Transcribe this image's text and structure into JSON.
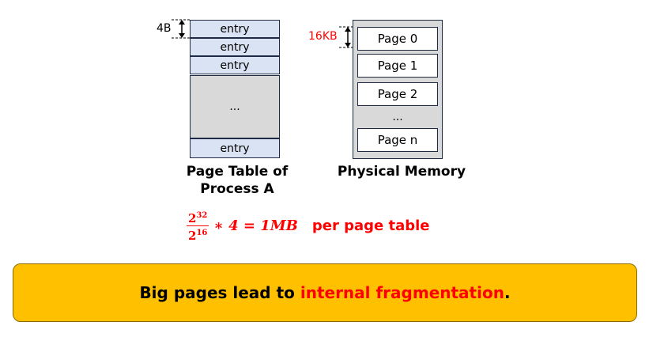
{
  "page_table": {
    "entry_size_label": "4B",
    "entries": [
      "entry",
      "entry",
      "entry"
    ],
    "gap_label": "...",
    "last_entry": "entry",
    "caption_line1": "Page Table of",
    "caption_line2": "Process A"
  },
  "physical_memory": {
    "page_size_label": "16KB",
    "pages": [
      "Page 0",
      "Page 1",
      "Page 2"
    ],
    "gap_label": "...",
    "last_page": "Page n",
    "caption": "Physical Memory"
  },
  "formula": {
    "numerator_base": "2",
    "numerator_exp": "32",
    "denominator_base": "2",
    "denominator_exp": "16",
    "expression": "∗ 4 = 1MB",
    "suffix": "per page table"
  },
  "banner": {
    "prefix": "Big pages lead to ",
    "highlight": "internal fragmentation",
    "suffix": "."
  },
  "colors": {
    "entry_fill": "#dae3f3",
    "gap_fill": "#d9d9d9",
    "highlight": "#ff0000",
    "banner_fill": "#ffc000"
  }
}
